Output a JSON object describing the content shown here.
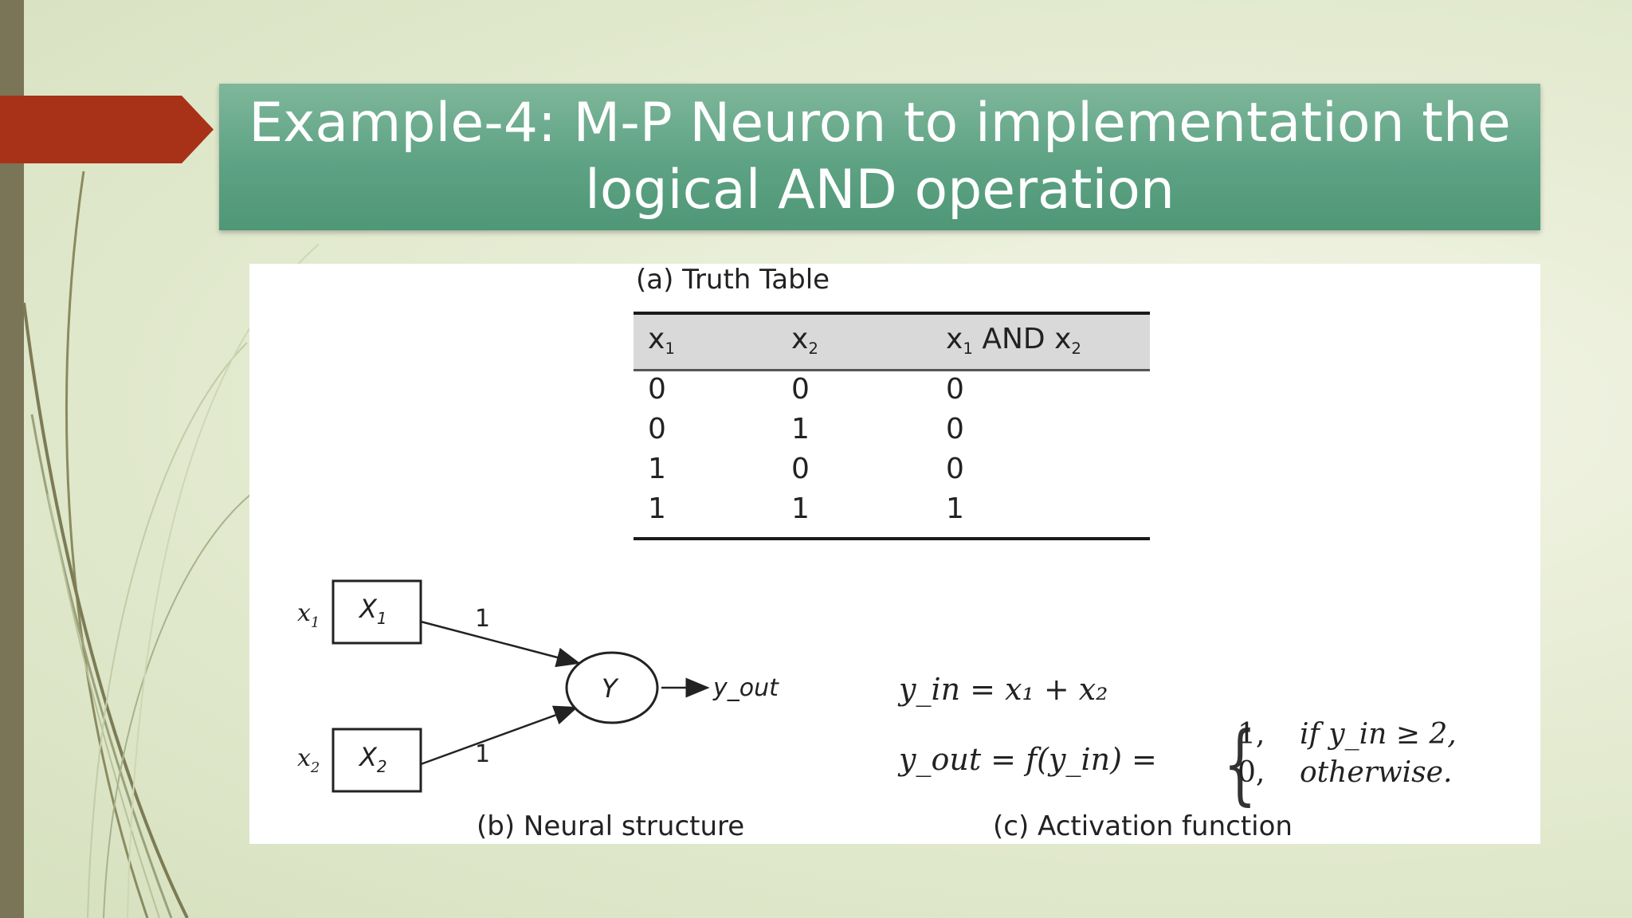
{
  "slide": {
    "title": "Example-4: M-P Neuron to implementation the logical AND operation"
  },
  "truth_table": {
    "caption": "(a) Truth Table",
    "headers": [
      "x",
      "x",
      "x AND x"
    ],
    "header_subs": [
      "1",
      "2",
      "1",
      "2"
    ],
    "rows": [
      [
        "0",
        "0",
        "0"
      ],
      [
        "0",
        "1",
        "0"
      ],
      [
        "1",
        "0",
        "0"
      ],
      [
        "1",
        "1",
        "1"
      ]
    ]
  },
  "neural_structure": {
    "caption": "(b) Neural structure",
    "input1_label": "x",
    "input1_sub": "1",
    "input1_node": "X",
    "input1_node_sub": "1",
    "input2_label": "x",
    "input2_sub": "2",
    "input2_node": "X",
    "input2_node_sub": "2",
    "weight1": "1",
    "weight2": "1",
    "output_node": "Y",
    "output_label": "y_out"
  },
  "activation_function": {
    "caption": "(c) Activation function",
    "eq1": "y_in = x₁ + x₂",
    "eq2_lhs": "y_out = f(y_in) =",
    "case1_value": "1,",
    "case1_condition": "if y_in ≥ 2,",
    "case2_value": "0,",
    "case2_condition": "otherwise."
  },
  "colors": {
    "title_bg": "#5da283",
    "arrow": "#a83218",
    "left_bar": "#7a7556",
    "background": "#e6ecd3"
  }
}
